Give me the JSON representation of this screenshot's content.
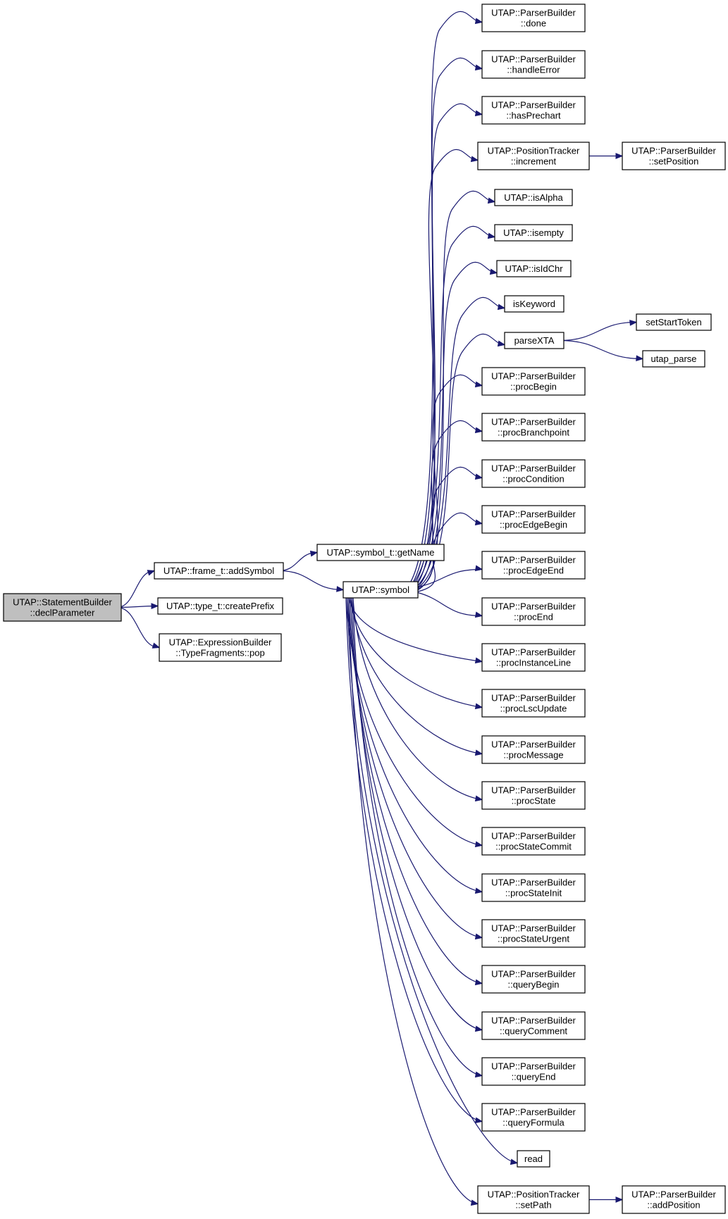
{
  "graph": {
    "nodes": [
      {
        "id": "declParameter",
        "lines": [
          "UTAP::StatementBuilder",
          "::declParameter"
        ],
        "highlighted": true
      },
      {
        "id": "addSymbol",
        "lines": [
          "UTAP::frame_t::addSymbol"
        ]
      },
      {
        "id": "createPrefix",
        "lines": [
          "UTAP::type_t::createPrefix"
        ]
      },
      {
        "id": "pop",
        "lines": [
          "UTAP::ExpressionBuilder",
          "::TypeFragments::pop"
        ]
      },
      {
        "id": "getName",
        "lines": [
          "UTAP::symbol_t::getName"
        ]
      },
      {
        "id": "symbol",
        "lines": [
          "UTAP::symbol"
        ]
      },
      {
        "id": "done",
        "lines": [
          "UTAP::ParserBuilder",
          "::done"
        ]
      },
      {
        "id": "handleError",
        "lines": [
          "UTAP::ParserBuilder",
          "::handleError"
        ]
      },
      {
        "id": "hasPrechart",
        "lines": [
          "UTAP::ParserBuilder",
          "::hasPrechart"
        ]
      },
      {
        "id": "increment",
        "lines": [
          "UTAP::PositionTracker",
          "::increment"
        ]
      },
      {
        "id": "setPosition",
        "lines": [
          "UTAP::ParserBuilder",
          "::setPosition"
        ]
      },
      {
        "id": "isAlpha",
        "lines": [
          "UTAP::isAlpha"
        ]
      },
      {
        "id": "isempty",
        "lines": [
          "UTAP::isempty"
        ]
      },
      {
        "id": "isIdChr",
        "lines": [
          "UTAP::isIdChr"
        ]
      },
      {
        "id": "isKeyword",
        "lines": [
          "isKeyword"
        ]
      },
      {
        "id": "parseXTA",
        "lines": [
          "parseXTA"
        ]
      },
      {
        "id": "setStartToken",
        "lines": [
          "setStartToken"
        ]
      },
      {
        "id": "utap_parse",
        "lines": [
          "utap_parse"
        ]
      },
      {
        "id": "procBegin",
        "lines": [
          "UTAP::ParserBuilder",
          "::procBegin"
        ]
      },
      {
        "id": "procBranchpoint",
        "lines": [
          "UTAP::ParserBuilder",
          "::procBranchpoint"
        ]
      },
      {
        "id": "procCondition",
        "lines": [
          "UTAP::ParserBuilder",
          "::procCondition"
        ]
      },
      {
        "id": "procEdgeBegin",
        "lines": [
          "UTAP::ParserBuilder",
          "::procEdgeBegin"
        ]
      },
      {
        "id": "procEdgeEnd",
        "lines": [
          "UTAP::ParserBuilder",
          "::procEdgeEnd"
        ]
      },
      {
        "id": "procEnd",
        "lines": [
          "UTAP::ParserBuilder",
          "::procEnd"
        ]
      },
      {
        "id": "procInstanceLine",
        "lines": [
          "UTAP::ParserBuilder",
          "::procInstanceLine"
        ]
      },
      {
        "id": "procLscUpdate",
        "lines": [
          "UTAP::ParserBuilder",
          "::procLscUpdate"
        ]
      },
      {
        "id": "procMessage",
        "lines": [
          "UTAP::ParserBuilder",
          "::procMessage"
        ]
      },
      {
        "id": "procState",
        "lines": [
          "UTAP::ParserBuilder",
          "::procState"
        ]
      },
      {
        "id": "procStateCommit",
        "lines": [
          "UTAP::ParserBuilder",
          "::procStateCommit"
        ]
      },
      {
        "id": "procStateInit",
        "lines": [
          "UTAP::ParserBuilder",
          "::procStateInit"
        ]
      },
      {
        "id": "procStateUrgent",
        "lines": [
          "UTAP::ParserBuilder",
          "::procStateUrgent"
        ]
      },
      {
        "id": "queryBegin",
        "lines": [
          "UTAP::ParserBuilder",
          "::queryBegin"
        ]
      },
      {
        "id": "queryComment",
        "lines": [
          "UTAP::ParserBuilder",
          "::queryComment"
        ]
      },
      {
        "id": "queryEnd",
        "lines": [
          "UTAP::ParserBuilder",
          "::queryEnd"
        ]
      },
      {
        "id": "queryFormula",
        "lines": [
          "UTAP::ParserBuilder",
          "::queryFormula"
        ]
      },
      {
        "id": "read",
        "lines": [
          "read"
        ]
      },
      {
        "id": "setPath",
        "lines": [
          "UTAP::PositionTracker",
          "::setPath"
        ]
      },
      {
        "id": "addPosition",
        "lines": [
          "UTAP::ParserBuilder",
          "::addPosition"
        ]
      }
    ],
    "edges": [
      [
        "declParameter",
        "addSymbol"
      ],
      [
        "declParameter",
        "createPrefix"
      ],
      [
        "declParameter",
        "pop"
      ],
      [
        "addSymbol",
        "getName"
      ],
      [
        "addSymbol",
        "symbol"
      ],
      [
        "symbol",
        "done"
      ],
      [
        "symbol",
        "handleError"
      ],
      [
        "symbol",
        "hasPrechart"
      ],
      [
        "symbol",
        "increment"
      ],
      [
        "symbol",
        "isAlpha"
      ],
      [
        "symbol",
        "isempty"
      ],
      [
        "symbol",
        "isIdChr"
      ],
      [
        "symbol",
        "isKeyword"
      ],
      [
        "symbol",
        "parseXTA"
      ],
      [
        "symbol",
        "procBegin"
      ],
      [
        "symbol",
        "procBranchpoint"
      ],
      [
        "symbol",
        "procCondition"
      ],
      [
        "symbol",
        "procEdgeBegin"
      ],
      [
        "symbol",
        "procEdgeEnd"
      ],
      [
        "symbol",
        "procEnd"
      ],
      [
        "symbol",
        "procInstanceLine"
      ],
      [
        "symbol",
        "procLscUpdate"
      ],
      [
        "symbol",
        "procMessage"
      ],
      [
        "symbol",
        "procState"
      ],
      [
        "symbol",
        "procStateCommit"
      ],
      [
        "symbol",
        "procStateInit"
      ],
      [
        "symbol",
        "procStateUrgent"
      ],
      [
        "symbol",
        "queryBegin"
      ],
      [
        "symbol",
        "queryComment"
      ],
      [
        "symbol",
        "queryEnd"
      ],
      [
        "symbol",
        "queryFormula"
      ],
      [
        "symbol",
        "read"
      ],
      [
        "symbol",
        "setPath"
      ],
      [
        "increment",
        "setPosition"
      ],
      [
        "parseXTA",
        "setStartToken"
      ],
      [
        "parseXTA",
        "utap_parse"
      ],
      [
        "setPath",
        "addPosition"
      ]
    ],
    "colors": {
      "edge": "#191970",
      "node_fill": "#ffffff",
      "node_fill_highlighted": "#bfbfbf",
      "node_border": "#000000"
    }
  }
}
